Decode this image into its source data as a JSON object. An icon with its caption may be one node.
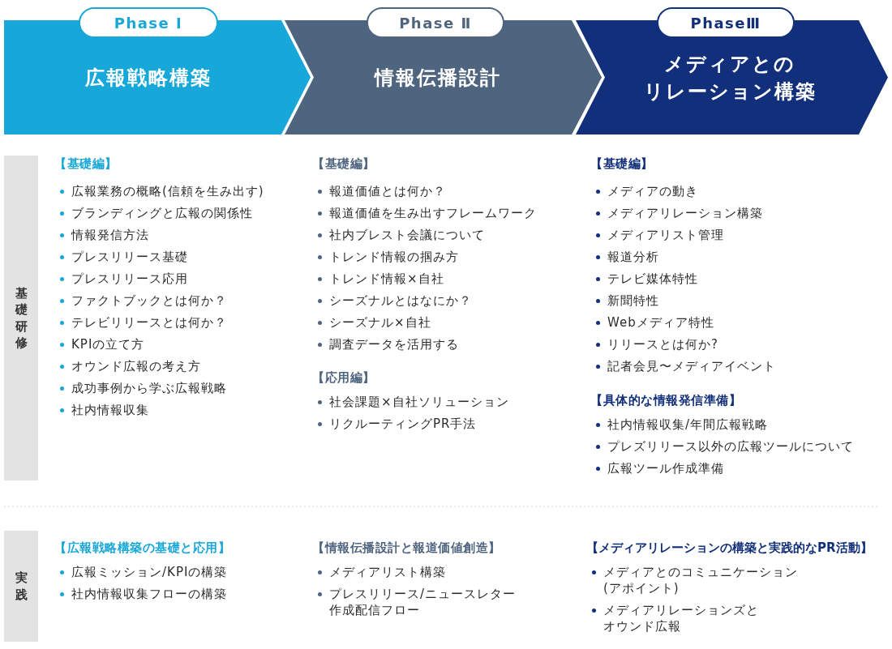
{
  "diagram": {
    "nodes": [
      {
        "text": [
          "Phase I"
        ]
      },
      {
        "text": [
          "広報戦略構築"
        ]
      },
      {
        "text": [
          "Phase Ⅱ"
        ]
      },
      {
        "text": [
          "情報伝播設計"
        ]
      },
      {
        "text": [
          "PhaseⅢ"
        ]
      },
      {
        "text": [
          "メディアとのリレーション構築"
        ]
      },
      {
        "text": [
          "基礎研修"
        ]
      },
      {
        "text": [
          "実践"
        ]
      }
    ],
    "labels": [
      "【基礎編】",
      "広報業務の概略(信頼を生み出す)",
      "ブランディングと広報の関係性",
      "情報発信方法",
      "プレスリリース基礎",
      "プレスリリース応用",
      "ファクトブックとは何か？",
      "テレビリリースとは何か？",
      "KPIの立て方",
      "オウンド広報の考え方",
      "成功事例から学ぶ広報戦略",
      "社内情報収集",
      "【基礎編】",
      "報道価値とは何か？",
      "報道価値を生み出すフレームワーク",
      "社内ブレスト会議について",
      "トレンド情報の掴み方",
      "トレンド情報×自社",
      "シーズナルとはなにか？",
      "シーズナル×自社",
      "調査データを活用する",
      "【応用編】",
      "社会課題×自社ソリューション",
      "リクルーティングPR手法",
      "【基礎編】",
      "メディアの動き",
      "メディアリレーション構築",
      "メディアリスト管理",
      "報道分析",
      "テレビ媒体特性",
      "新聞特性",
      "Webメディア特性",
      "リリースとは何か?",
      "記者会見〜メディアイベント",
      "【具体的な情報発信準備】",
      "社内情報収集/年間広報戦略",
      "プレズリリース以外の広報ツールについて",
      "広報ツール作成準備",
      "【広報戦略構築の基礎と応用】",
      "広報ミッション/KPIの構築",
      "社内情報収集フローの構築",
      "【情報伝播設計と報道価値創造】",
      "メディアリスト構築",
      "プレスリリース/ニュースレター作成配信フロー",
      "【メディアリレーションの構築と実践的なPR活動】",
      "メディアとのコミュニケーション(アポイント)",
      "メディアリレーションズとオウンド広報"
    ]
  }
}
